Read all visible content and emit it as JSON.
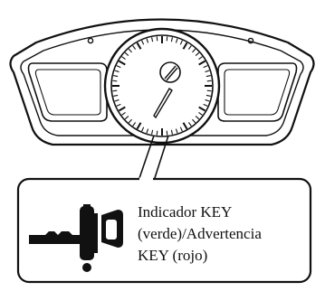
{
  "callout": {
    "lines": [
      "Indicador KEY",
      "(verde)/Advertencia",
      "KEY (rojo)"
    ]
  },
  "icons": {
    "cluster": "instrument-cluster-icon",
    "key_warning": "key-warning-icon"
  },
  "colors": {
    "line": "#111111",
    "background": "#ffffff"
  }
}
